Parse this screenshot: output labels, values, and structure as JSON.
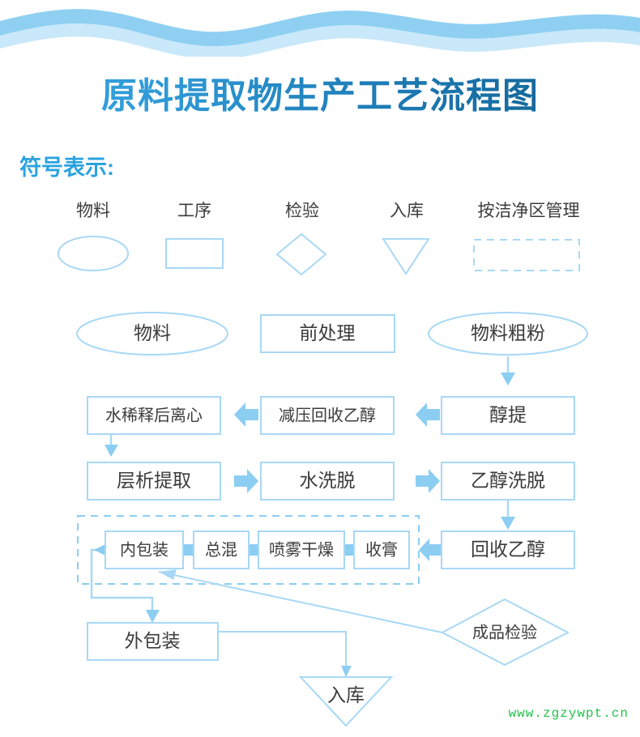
{
  "header": {
    "title": "原料提取物生产工艺流程图",
    "title_gradient_from": "#36a6e0",
    "title_gradient_to": "#0f5f8c",
    "wave_color_dark": "#8fd0f2",
    "wave_color_light": "#c9e8fa"
  },
  "legend": {
    "heading": "符号表示:",
    "heading_color": "#29a3e0",
    "items": [
      {
        "label": "物料",
        "shape": "ellipse"
      },
      {
        "label": "工序",
        "shape": "rectangle"
      },
      {
        "label": "检验",
        "shape": "diamond"
      },
      {
        "label": "入库",
        "shape": "triangle-down"
      },
      {
        "label": "按洁净区管理",
        "shape": "dashed-rectangle"
      }
    ]
  },
  "flow": {
    "shape_stroke": "#a8d8f5",
    "arrow_fill": "#8ccdf2",
    "clean_area_note": "按洁净区管理",
    "nodes": [
      {
        "id": "wuliao",
        "label": "物料",
        "shape": "ellipse"
      },
      {
        "id": "qianchuli",
        "label": "前处理",
        "shape": "rectangle"
      },
      {
        "id": "wuliaocufen",
        "label": "物料粗粉",
        "shape": "ellipse"
      },
      {
        "id": "chunti",
        "label": "醇提",
        "shape": "rectangle"
      },
      {
        "id": "jianyahuishou",
        "label": "减压回收乙醇",
        "shape": "rectangle"
      },
      {
        "id": "shuixishi",
        "label": "水稀释后离心",
        "shape": "rectangle"
      },
      {
        "id": "cengxi",
        "label": "层析提取",
        "shape": "rectangle"
      },
      {
        "id": "shuixituo",
        "label": "水洗脱",
        "shape": "rectangle"
      },
      {
        "id": "yichunxituo",
        "label": "乙醇洗脱",
        "shape": "rectangle"
      },
      {
        "id": "huishouyichun",
        "label": "回收乙醇",
        "shape": "rectangle"
      },
      {
        "id": "shougao",
        "label": "收膏",
        "shape": "rectangle"
      },
      {
        "id": "penwuganzao",
        "label": "喷雾干燥",
        "shape": "rectangle"
      },
      {
        "id": "zonghun",
        "label": "总混",
        "shape": "rectangle"
      },
      {
        "id": "neibaozhuang",
        "label": "内包装",
        "shape": "rectangle"
      },
      {
        "id": "waibaozhuang",
        "label": "外包装",
        "shape": "rectangle"
      },
      {
        "id": "chengpinjianyan",
        "label": "成品检验",
        "shape": "diamond"
      },
      {
        "id": "ruku",
        "label": "入库",
        "shape": "triangle-down"
      }
    ]
  },
  "watermark": {
    "text": "www.zgzywpt.cn",
    "color": "#22c24a"
  }
}
